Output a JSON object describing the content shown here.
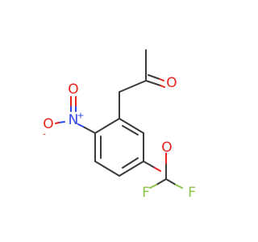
{
  "molecule": {
    "atoms": {
      "carbonyl_oxygen": {
        "symbol": "O",
        "color": "#e8241c"
      },
      "nitro_nitrogen": {
        "symbol": "N",
        "color": "#2f45e6",
        "charge": "+"
      },
      "nitro_oxygen_double": {
        "symbol": "O",
        "color": "#e8241c"
      },
      "nitro_oxygen_single": {
        "symbol": "O",
        "color": "#e8241c",
        "charge": "-"
      },
      "ether_oxygen": {
        "symbol": "O",
        "color": "#e8241c"
      },
      "fluorine_left": {
        "symbol": "F",
        "color": "#8dc24a"
      },
      "fluorine_right": {
        "symbol": "F",
        "color": "#8dc24a"
      }
    }
  }
}
